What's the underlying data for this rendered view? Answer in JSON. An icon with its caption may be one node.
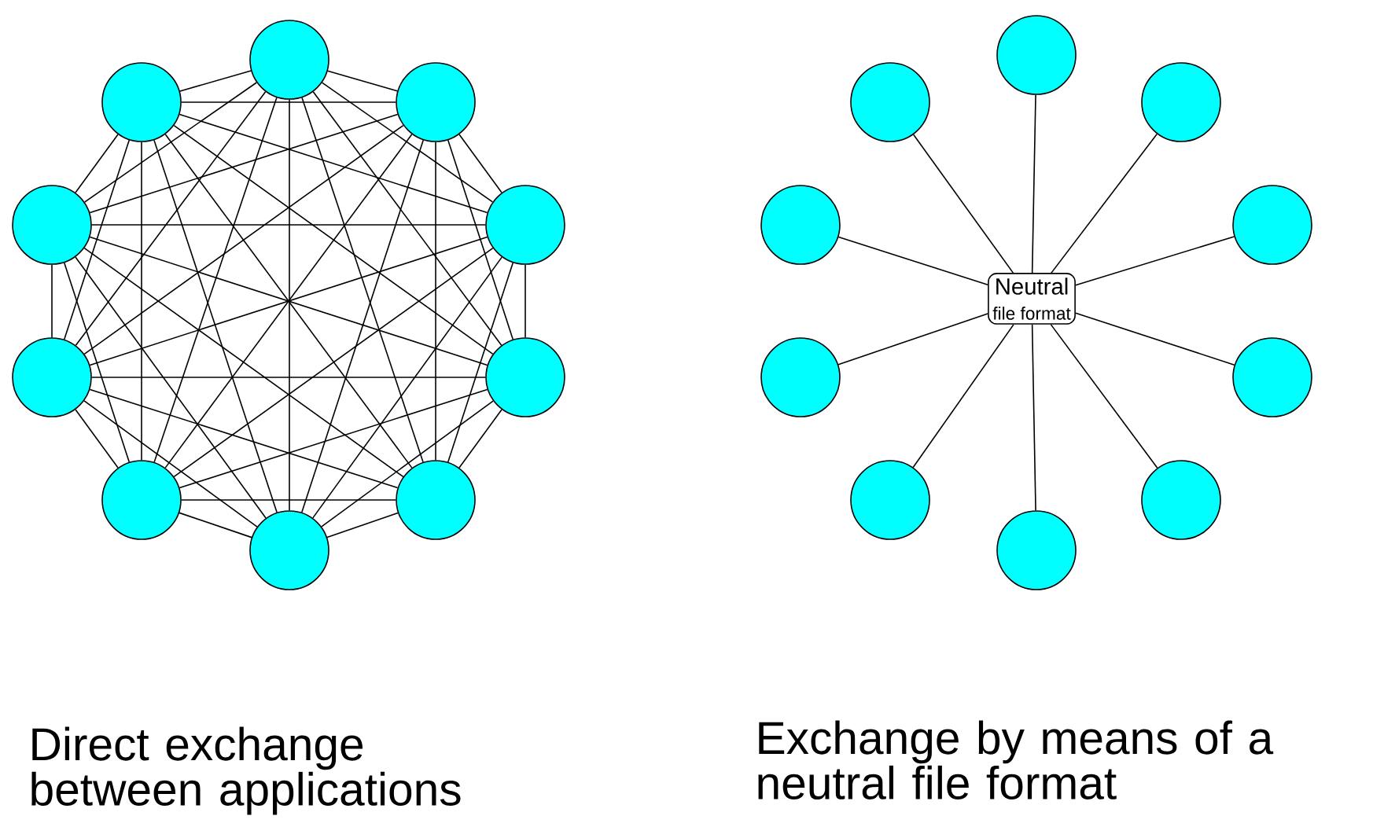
{
  "diagram": {
    "nodes": [
      {
        "text": [],
        "shape": "circle"
      },
      {
        "text": [],
        "shape": "circle"
      },
      {
        "text": [],
        "shape": "circle"
      },
      {
        "text": [],
        "shape": "circle"
      },
      {
        "text": [],
        "shape": "circle"
      },
      {
        "text": [],
        "shape": "circle"
      },
      {
        "text": [],
        "shape": "circle"
      },
      {
        "text": [],
        "shape": "circle"
      },
      {
        "text": [],
        "shape": "circle"
      },
      {
        "text": [],
        "shape": "circle"
      },
      {
        "text": [
          "Neutral",
          "file format"
        ]
      },
      {
        "text": [],
        "shape": "circle"
      },
      {
        "text": [],
        "shape": "circle"
      },
      {
        "text": [],
        "shape": "circle"
      },
      {
        "text": [],
        "shape": "circle"
      },
      {
        "text": [],
        "shape": "circle"
      },
      {
        "text": [],
        "shape": "circle"
      },
      {
        "text": [],
        "shape": "circle"
      },
      {
        "text": [],
        "shape": "circle"
      },
      {
        "text": [],
        "shape": "circle"
      },
      {
        "text": [],
        "shape": "circle"
      }
    ],
    "edges": [
      {
        "from": 0,
        "to": 1,
        "arrow": "none"
      },
      {
        "from": 0,
        "to": 2,
        "arrow": "none"
      },
      {
        "from": 0,
        "to": 3,
        "arrow": "none"
      },
      {
        "from": 0,
        "to": 4,
        "arrow": "none"
      },
      {
        "from": 0,
        "to": 5,
        "arrow": "none"
      },
      {
        "from": 0,
        "to": 6,
        "arrow": "none"
      },
      {
        "from": 0,
        "to": 7,
        "arrow": "none"
      },
      {
        "from": 0,
        "to": 8,
        "arrow": "none"
      },
      {
        "from": 0,
        "to": 9,
        "arrow": "none"
      },
      {
        "from": 1,
        "to": 2,
        "arrow": "none"
      },
      {
        "from": 1,
        "to": 3,
        "arrow": "none"
      },
      {
        "from": 1,
        "to": 4,
        "arrow": "none"
      },
      {
        "from": 1,
        "to": 5,
        "arrow": "none"
      },
      {
        "from": 1,
        "to": 6,
        "arrow": "none"
      },
      {
        "from": 1,
        "to": 7,
        "arrow": "none"
      },
      {
        "from": 1,
        "to": 8,
        "arrow": "none"
      },
      {
        "from": 1,
        "to": 9,
        "arrow": "none"
      },
      {
        "from": 2,
        "to": 3,
        "arrow": "none"
      },
      {
        "from": 2,
        "to": 4,
        "arrow": "none"
      },
      {
        "from": 2,
        "to": 5,
        "arrow": "none"
      },
      {
        "from": 2,
        "to": 6,
        "arrow": "none"
      },
      {
        "from": 2,
        "to": 7,
        "arrow": "none"
      },
      {
        "from": 2,
        "to": 8,
        "arrow": "none"
      },
      {
        "from": 2,
        "to": 9,
        "arrow": "none"
      },
      {
        "from": 3,
        "to": 4,
        "arrow": "none"
      },
      {
        "from": 3,
        "to": 5,
        "arrow": "none"
      },
      {
        "from": 3,
        "to": 6,
        "arrow": "none"
      },
      {
        "from": 3,
        "to": 7,
        "arrow": "none"
      },
      {
        "from": 3,
        "to": 8,
        "arrow": "none"
      },
      {
        "from": 3,
        "to": 9,
        "arrow": "none"
      },
      {
        "from": 4,
        "to": 5,
        "arrow": "none"
      },
      {
        "from": 4,
        "to": 6,
        "arrow": "none"
      },
      {
        "from": 4,
        "to": 7,
        "arrow": "none"
      },
      {
        "from": 4,
        "to": 8,
        "arrow": "none"
      },
      {
        "from": 4,
        "to": 9,
        "arrow": "none"
      },
      {
        "from": 5,
        "to": 6,
        "arrow": "none"
      },
      {
        "from": 5,
        "to": 7,
        "arrow": "none"
      },
      {
        "from": 5,
        "to": 8,
        "arrow": "none"
      },
      {
        "from": 5,
        "to": 9,
        "arrow": "none"
      },
      {
        "from": 6,
        "to": 7,
        "arrow": "none"
      },
      {
        "from": 6,
        "to": 8,
        "arrow": "none"
      },
      {
        "from": 6,
        "to": 9,
        "arrow": "none"
      },
      {
        "from": 7,
        "to": 8,
        "arrow": "none"
      },
      {
        "from": 7,
        "to": 9,
        "arrow": "none"
      },
      {
        "from": 8,
        "to": 9,
        "arrow": "none"
      },
      {
        "from": 10,
        "to": 11,
        "arrow": "none"
      },
      {
        "from": 10,
        "to": 12,
        "arrow": "none"
      },
      {
        "from": 10,
        "to": 13,
        "arrow": "none"
      },
      {
        "from": 10,
        "to": 14,
        "arrow": "none"
      },
      {
        "from": 10,
        "to": 15,
        "arrow": "none"
      },
      {
        "from": 10,
        "to": 16,
        "arrow": "none"
      },
      {
        "from": 10,
        "to": 17,
        "arrow": "none"
      },
      {
        "from": 10,
        "to": 18,
        "arrow": "none"
      },
      {
        "from": 10,
        "to": 19,
        "arrow": "none"
      },
      {
        "from": 10,
        "to": 20,
        "arrow": "none"
      }
    ],
    "labels": [
      "Direct exchange between applications",
      "Exchange by means of a neutral file format"
    ]
  }
}
